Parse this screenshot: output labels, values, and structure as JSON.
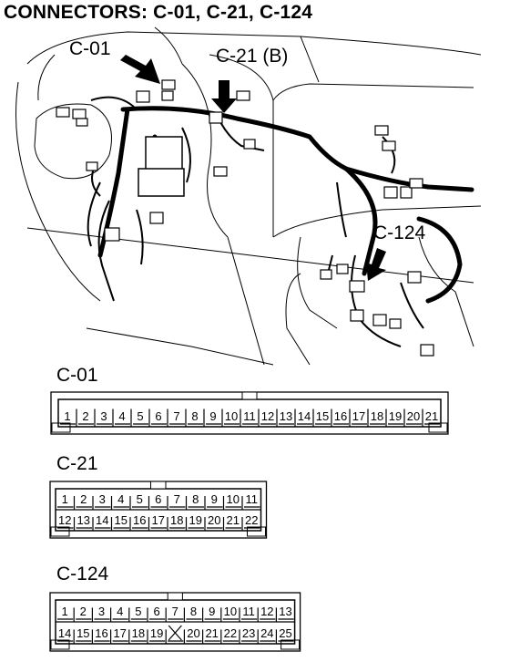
{
  "title": "CONNECTORS: C-01, C-21, C-124",
  "callouts": {
    "c01": "C-01",
    "c21": "C-21 (B)",
    "c124": "C-124"
  },
  "connectors": [
    {
      "name": "C-01",
      "rows": [
        [
          "1",
          "2",
          "3",
          "4",
          "5",
          "6",
          "7",
          "8",
          "9",
          "10",
          "11",
          "12",
          "13",
          "14",
          "15",
          "16",
          "17",
          "18",
          "19",
          "20",
          "21"
        ]
      ]
    },
    {
      "name": "C-21",
      "rows": [
        [
          "1",
          "2",
          "3",
          "4",
          "5",
          "6",
          "7",
          "8",
          "9",
          "10",
          "11"
        ],
        [
          "12",
          "13",
          "14",
          "15",
          "16",
          "17",
          "18",
          "19",
          "20",
          "21",
          "22"
        ]
      ]
    },
    {
      "name": "C-124",
      "rows": [
        [
          "1",
          "2",
          "3",
          "4",
          "5",
          "6",
          "7",
          "8",
          "9",
          "10",
          "11",
          "12",
          "13"
        ],
        [
          "14",
          "15",
          "16",
          "17",
          "18",
          "19",
          "",
          "20",
          "21",
          "22",
          "23",
          "24",
          "25"
        ]
      ]
    }
  ]
}
